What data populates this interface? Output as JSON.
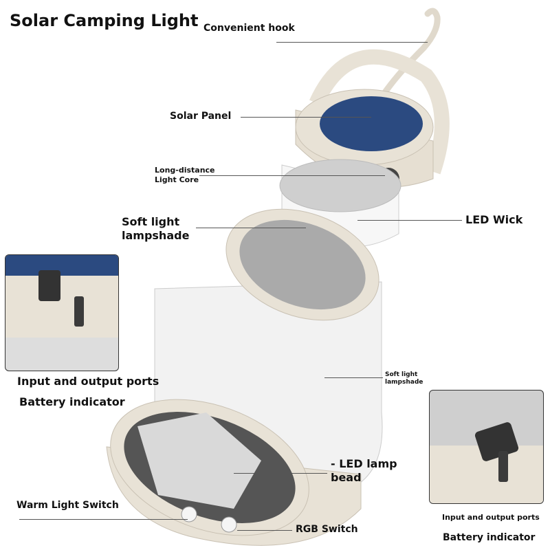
{
  "title": "Solar Camping Light",
  "labels": {
    "hook": "Convenient hook",
    "solar_panel": "Solar Panel",
    "light_core_1": "Long-distance",
    "light_core_2": "Light Core",
    "led_wick": "LED Wick",
    "lampshade_1": "Soft light",
    "lampshade_2": "lampshade",
    "lampshade_small_1": "Soft light",
    "lampshade_small_2": "lampshade",
    "ports_left": "Input and output ports",
    "battery_left": "Battery indicator",
    "led_bead_1": "- LED lamp",
    "led_bead_2": "bead",
    "warm_switch": "Warm Light Switch",
    "rgb_switch": "RGB Switch",
    "ports_right": "Input and output ports",
    "battery_right": "Battery indicator"
  },
  "colors": {
    "body": "#e8e2d6",
    "panel": "#2b4a80",
    "shade": "#f4f4f4",
    "indicator": "#2d5bd8"
  }
}
